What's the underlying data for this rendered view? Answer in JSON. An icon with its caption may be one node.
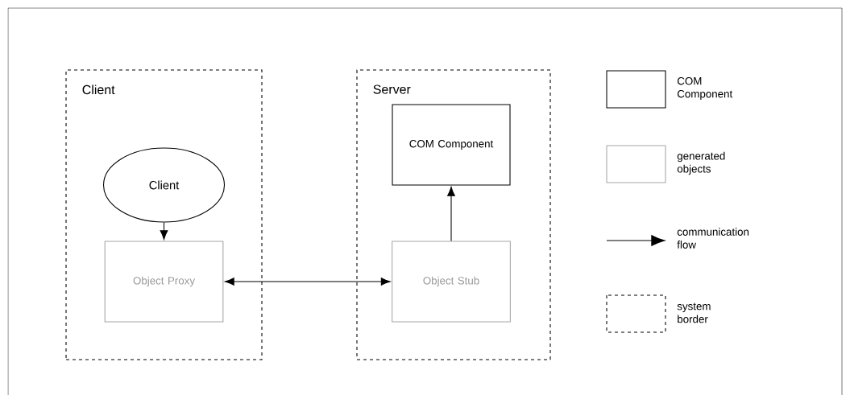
{
  "diagram": {
    "nodes": [
      {
        "text": [
          "Client"
        ]
      },
      {
        "text": [
          "Client"
        ],
        "in": 0
      },
      {
        "text": [
          "Object Proxy"
        ],
        "in": 0
      },
      {
        "text": [
          "Server"
        ]
      },
      {
        "text": [
          "COM Component"
        ],
        "in": 3
      },
      {
        "text": [
          "Object Stub"
        ],
        "in": 3
      }
    ],
    "edges": [
      {
        "from": 1,
        "to": 2,
        "arrow": "to"
      },
      {
        "from": 2,
        "to": 5,
        "arrow": "both"
      },
      {
        "from": 5,
        "to": 4,
        "arrow": "to"
      }
    ],
    "legend": [
      {
        "text": "COM Component"
      },
      {
        "text": "generated objects"
      },
      {
        "text": "communication flow"
      },
      {
        "text": "system border"
      }
    ]
  }
}
